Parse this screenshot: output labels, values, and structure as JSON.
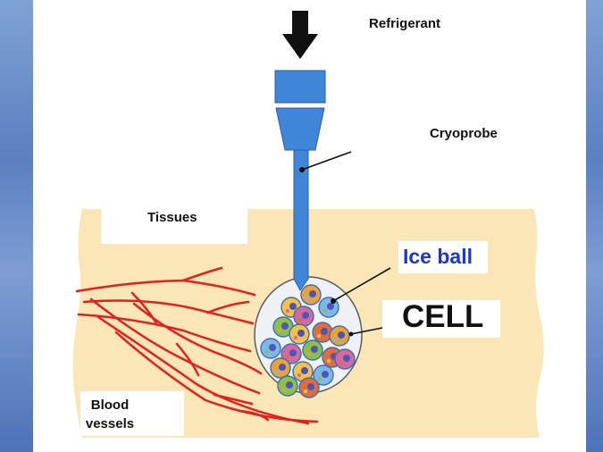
{
  "labels": {
    "refrigerant": "Refrigerant",
    "cryoprobe": "Cryoprobe",
    "tissues": "Tissues",
    "ice_ball": "Ice ball",
    "cell": "CELL",
    "blood_vessels": "Blood vessels"
  },
  "colors": {
    "probe_blue": "#3f86d9",
    "tissue": "#fbe6b8",
    "vessel_red": "#e3201b",
    "ice_label_blue": "#1a36d6",
    "arrow": "#111111"
  }
}
